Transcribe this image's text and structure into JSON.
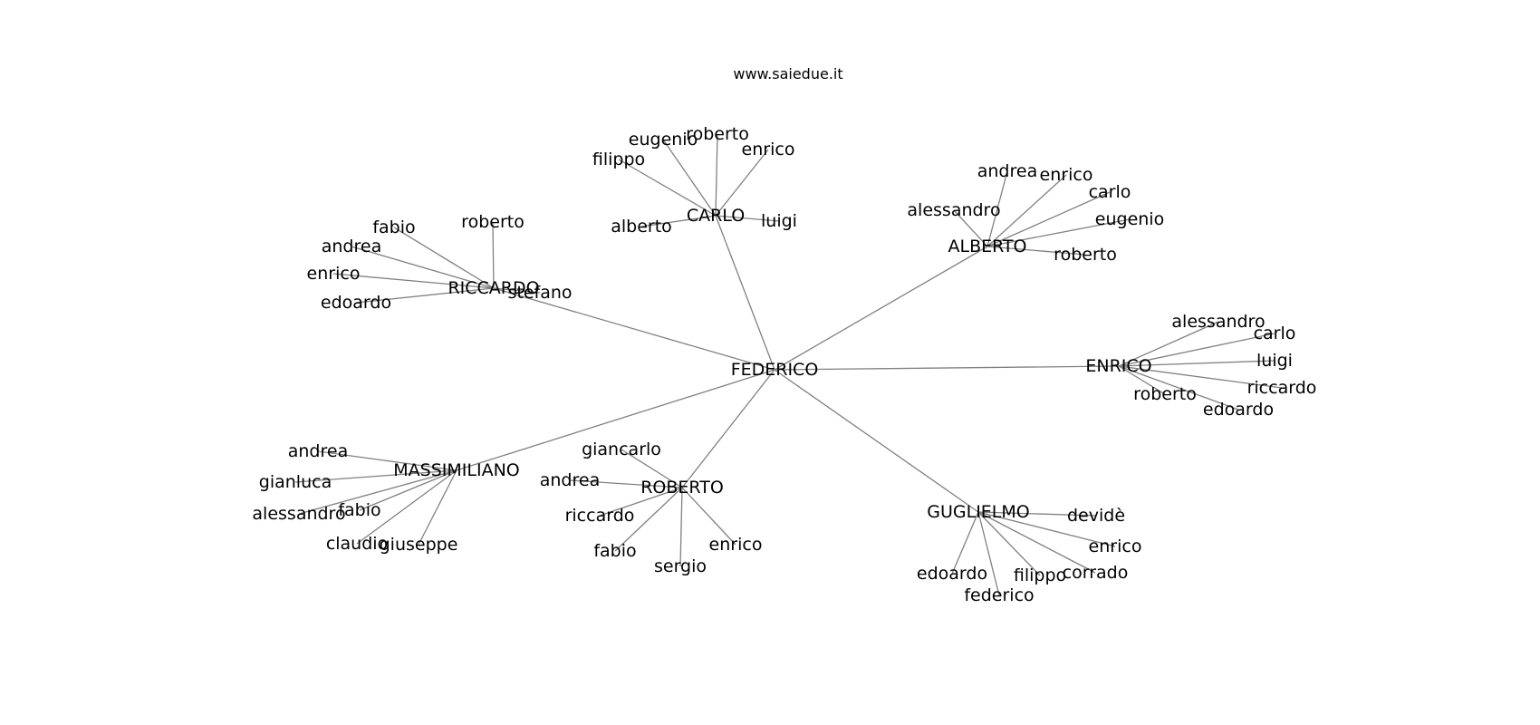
{
  "title": "www.saiedue.it",
  "style": {
    "edge_color": "#808080",
    "text_color": "#000000",
    "background": "#ffffff"
  },
  "graph": {
    "root": "FEDERICO",
    "groups": [
      {
        "hub": "CARLO",
        "leaves": [
          "eugenio",
          "roberto",
          "enrico",
          "filippo",
          "alberto",
          "luigi"
        ]
      },
      {
        "hub": "ALBERTO",
        "leaves": [
          "andrea",
          "enrico",
          "carlo",
          "alessandro",
          "eugenio",
          "roberto"
        ]
      },
      {
        "hub": "RICCARDO",
        "leaves": [
          "fabio",
          "roberto",
          "andrea",
          "enrico",
          "edoardo",
          "stefano"
        ]
      },
      {
        "hub": "ENRICO",
        "leaves": [
          "alessandro",
          "carlo",
          "luigi",
          "riccardo",
          "roberto",
          "edoardo"
        ]
      },
      {
        "hub": "MASSIMILIANO",
        "leaves": [
          "andrea",
          "gianluca",
          "alessandro",
          "fabio",
          "claudio",
          "giuseppe"
        ]
      },
      {
        "hub": "ROBERTO",
        "leaves": [
          "giancarlo",
          "andrea",
          "riccardo",
          "fabio",
          "sergio",
          "enrico"
        ]
      },
      {
        "hub": "GUGLIELMO",
        "leaves": [
          "devidè",
          "enrico",
          "corrado",
          "filippo",
          "edoardo",
          "federico"
        ]
      }
    ]
  }
}
